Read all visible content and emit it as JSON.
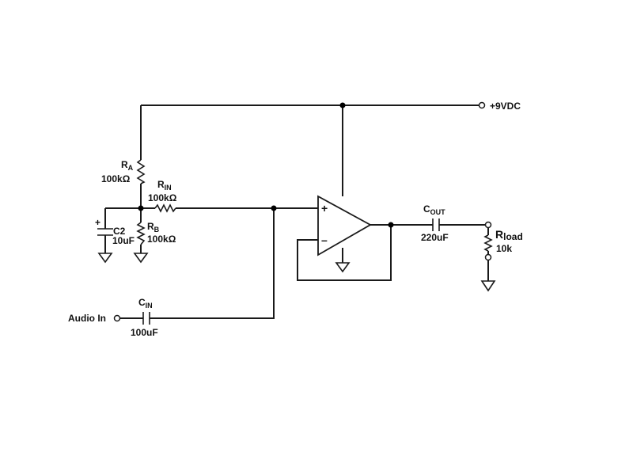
{
  "supply": {
    "label": "+9VDC"
  },
  "components": {
    "ra": {
      "name": "R",
      "sub": "A",
      "value": "100kΩ"
    },
    "rin": {
      "name": "R",
      "sub": "IN",
      "value": "100kΩ"
    },
    "rb": {
      "name": "R",
      "sub": "B",
      "value": "100kΩ"
    },
    "c2": {
      "name": "C2",
      "value": "10uF",
      "polarity": "+"
    },
    "cin": {
      "name": "C",
      "sub": "IN",
      "value": "100uF"
    },
    "cout": {
      "name": "C",
      "sub": "OUT",
      "value": "220uF"
    },
    "rload": {
      "name": "R",
      "sub": "load",
      "value": "10k"
    }
  },
  "opamp": {
    "plus": "+",
    "minus": "–"
  },
  "input": {
    "label": "Audio In"
  }
}
